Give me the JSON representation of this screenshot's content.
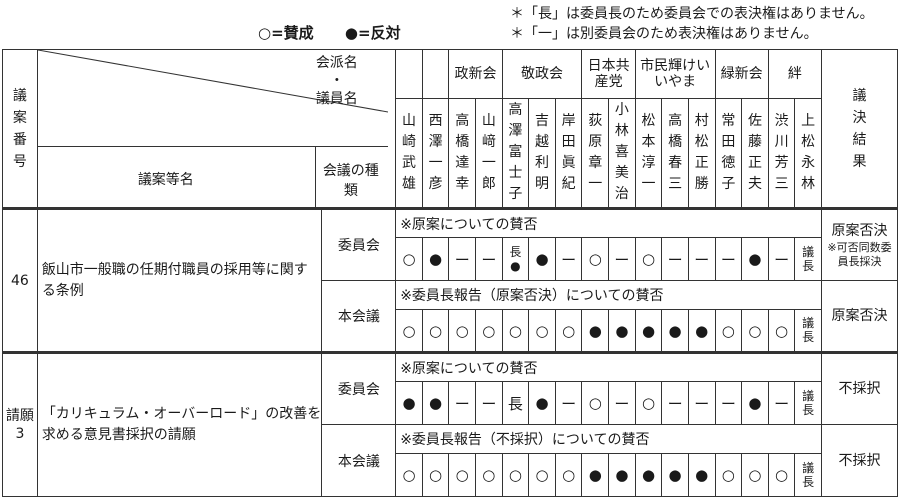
{
  "legend": {
    "yes": "○=賛成",
    "no": "●=反対"
  },
  "notes": [
    "＊「長」は委員長のため委員会での表決権はありません。",
    "＊「一」は別委員会のため表決権はありません。"
  ],
  "header": {
    "col_gian_bango": "議案番号",
    "kaiha_label": "会派名",
    "dot": "・",
    "giin_label": "議員名",
    "gian_tou_mei": "議案等名",
    "kaigi_shurui": "会議の種類",
    "giketsu_kekka": "議決結果"
  },
  "parties": [
    "",
    "",
    "政新会",
    "敬政会",
    "日本共産党",
    "市民輝けいいやま",
    "緑新会",
    "絆",
    ""
  ],
  "members": [
    "山崎武雄",
    "西澤一彦",
    "高橋達幸",
    "山﨑一郎",
    "高澤富士子",
    "吉越利明",
    "岸田眞紀",
    "荻原章一",
    "小林喜美治",
    "松本淳一",
    "高橋春三",
    "村松正勝",
    "常田徳子",
    "佐藤正夫",
    "渋川芳三",
    "上松永林"
  ],
  "bills": [
    {
      "number": "46",
      "title": "飯山市一般職の任期付職員の採用等に関する条例",
      "meetings": [
        {
          "type": "委員会",
          "note": "※原案についての賛否",
          "votes": [
            "○",
            "●",
            "ー",
            "ー",
            "長●",
            "●",
            "ー",
            "○",
            "ー",
            "○",
            "ー",
            "ー",
            "ー",
            "●",
            "ー",
            "議長"
          ],
          "result": "原案否決",
          "result_sub": "※可否同数委員長採決"
        },
        {
          "type": "本会議",
          "note": "※委員長報告（原案否決）についての賛否",
          "votes": [
            "○",
            "○",
            "○",
            "○",
            "○",
            "○",
            "○",
            "●",
            "●",
            "●",
            "●",
            "●",
            "○",
            "○",
            "○",
            "議長"
          ],
          "result": "原案否決",
          "result_sub": ""
        }
      ]
    },
    {
      "number": "請願3",
      "title": "「カリキュラム・オーバーロード」の改善を求める意見書採択の請願",
      "meetings": [
        {
          "type": "委員会",
          "note": "※原案についての賛否",
          "votes": [
            "●",
            "●",
            "ー",
            "ー",
            "長",
            "●",
            "ー",
            "○",
            "ー",
            "○",
            "ー",
            "ー",
            "ー",
            "●",
            "ー",
            "議長"
          ],
          "result": "不採択",
          "result_sub": ""
        },
        {
          "type": "本会議",
          "note": "※委員長報告（不採択）についての賛否",
          "votes": [
            "○",
            "○",
            "○",
            "○",
            "○",
            "○",
            "○",
            "●",
            "●",
            "●",
            "●",
            "●",
            "○",
            "○",
            "○",
            "議長"
          ],
          "result": "不採択",
          "result_sub": ""
        }
      ]
    }
  ]
}
